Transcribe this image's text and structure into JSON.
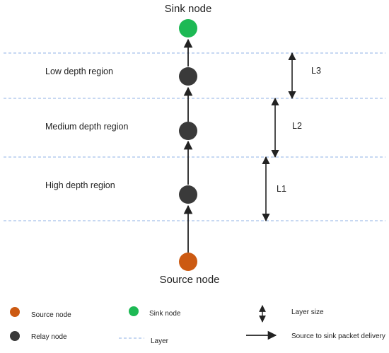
{
  "colors": {
    "sink_node": "#1db954",
    "source_node": "#cc5a12",
    "relay_node": "#3a3a3a",
    "layer_line": "#8fb0e6",
    "arrow": "#222222"
  },
  "diagram": {
    "sink_label": "Sink node",
    "source_label": "Source node",
    "regions": [
      {
        "label": "Low depth region",
        "size_label": "L3"
      },
      {
        "label": "Medium depth region",
        "size_label": "L2"
      },
      {
        "label": "High depth region",
        "size_label": "L1"
      }
    ]
  },
  "legend": {
    "source_node": "Source node",
    "relay_node": "Relay node",
    "sink_node": "Sink node",
    "layer": "Layer",
    "layer_size": "Layer size",
    "delivery": "Source to sink packet delivery"
  }
}
